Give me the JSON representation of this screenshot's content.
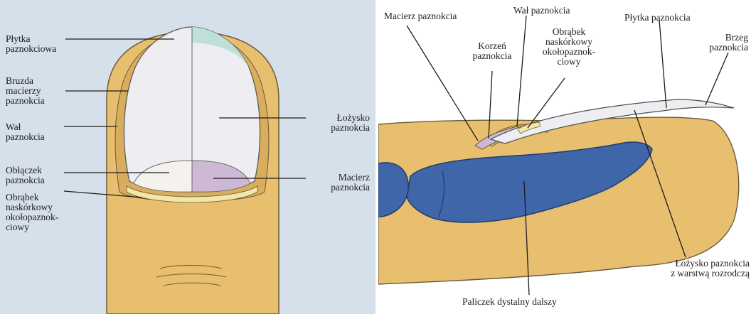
{
  "left": {
    "labels": {
      "plytka": "Płytka\npaznokciowa",
      "bruzda": "Bruzda\nmacierzy\npaznokcia",
      "wal": "Wał\npaznokcia",
      "oblaczek": "Obłączek\npaznokcia",
      "obrabek": "Obrąbek\nnaskórkowy\nokołopaznok-\nciowy",
      "lozysko": "Łożysko\npaznokcia",
      "macierz": "Macierz\npaznokcia"
    }
  },
  "right": {
    "labels": {
      "macierz": "Macierz paznokcia",
      "wal": "Wał paznokcia",
      "plytka": "Płytka paznokcia",
      "korzen": "Korzeń\npaznokcia",
      "obrabek": "Obrąbek\nnaskórkowy\nokołopaznok-\nciowy",
      "brzeg": "Brzeg\npaznokcia",
      "lozysko": "Łożysko paznokcia\nz warstwą rozrodczą",
      "paliczek": "Paliczek dystalny dalszy"
    }
  },
  "colors": {
    "skin": "#e8bf6e",
    "skin_outline": "#6b5a3a",
    "nail_plate": "#eeeef2",
    "lunula": "#f4f1ee",
    "matrix": "#cdb8d6",
    "cuticle": "#f0e7a8",
    "plate_tip": "#bfe0d8",
    "bone": "#3f66a8",
    "bg_left": "#d6e0ea"
  }
}
